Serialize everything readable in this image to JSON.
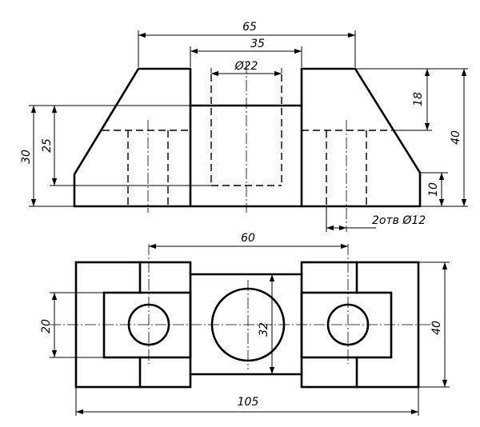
{
  "front_view": {
    "dims": {
      "overall_top_width": "65",
      "slot_width": "35",
      "bore_diameter": "Ø22",
      "total_height": "40",
      "flange_height": "30",
      "slot_depth_level": "25",
      "top_chamfer": "18",
      "bottom_chamfer": "10",
      "holes_note": "2отв Ø12"
    }
  },
  "top_view": {
    "dims": {
      "hole_spacing": "60",
      "center_bore": "32",
      "inner_width": "20",
      "depth": "40",
      "overall_length": "105"
    }
  }
}
